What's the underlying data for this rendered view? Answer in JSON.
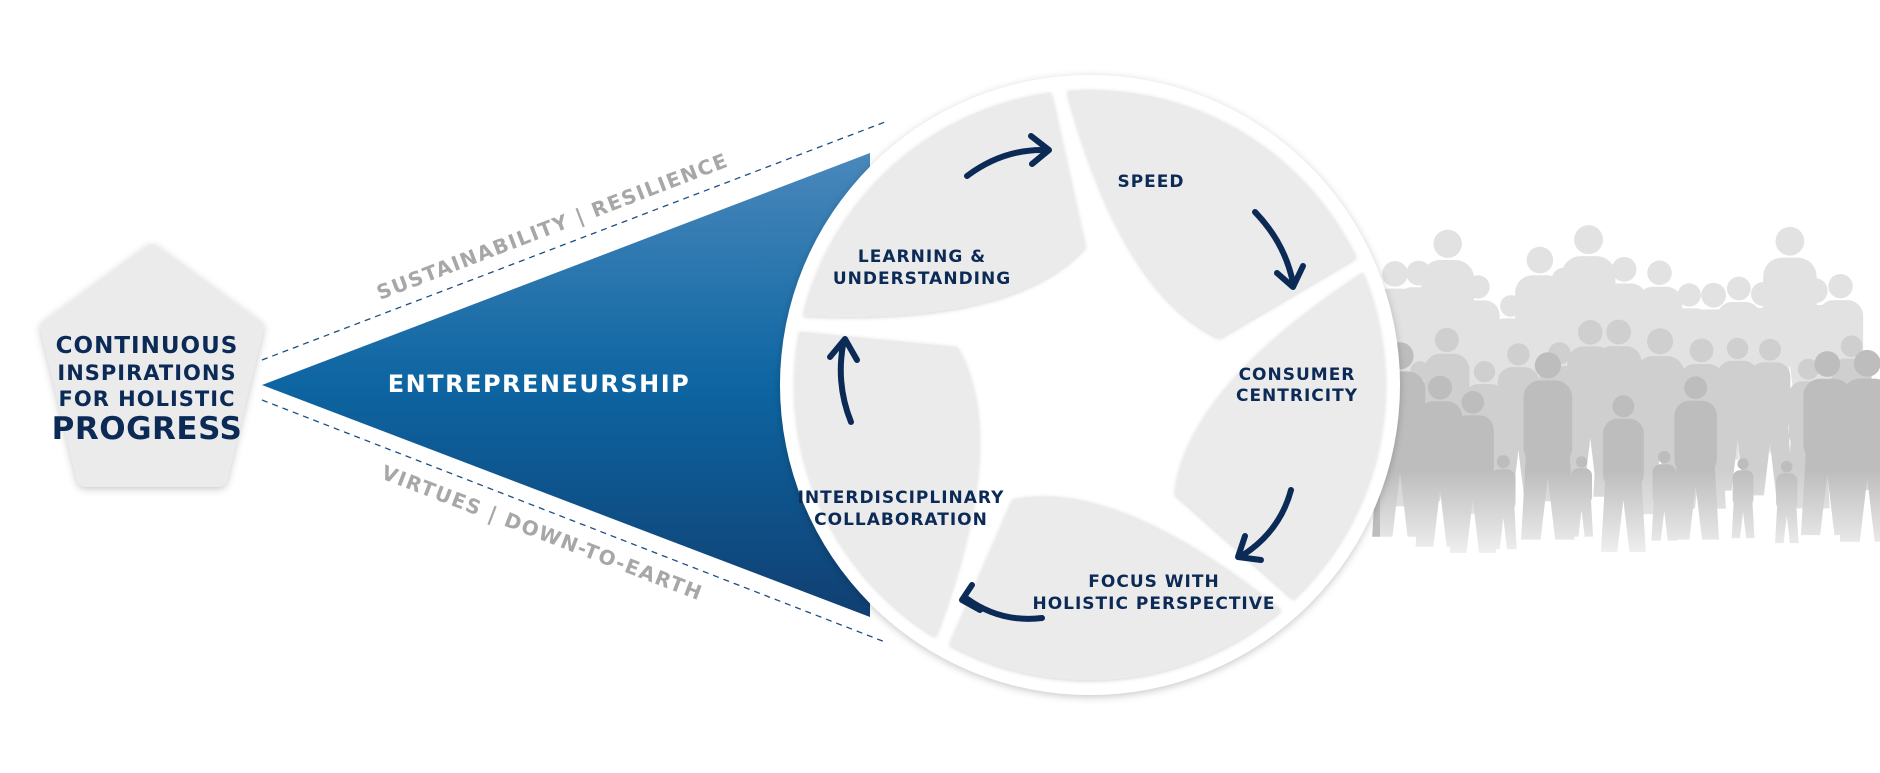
{
  "pentagon": {
    "lines": [
      "CONTINUOUS",
      "INSPIRATIONS",
      "FOR HOLISTIC",
      "PROGRESS"
    ]
  },
  "cone": {
    "label": "ENTREPRENEURSHIP",
    "upper_label": "SUSTAINABILITY | RESILIENCE",
    "lower_label": "VIRTUES | DOWN-TO-EARTH"
  },
  "cycle": {
    "segments": [
      {
        "id": "speed",
        "lines": [
          "SPEED"
        ]
      },
      {
        "id": "consumer",
        "lines": [
          "CONSUMER",
          "CENTRICITY"
        ]
      },
      {
        "id": "focus",
        "lines": [
          "FOCUS WITH",
          "HOLISTIC PERSPECTIVE"
        ]
      },
      {
        "id": "interdisciplinary",
        "lines": [
          "INTERDISCIPLINARY",
          "COLLABORATION"
        ]
      },
      {
        "id": "learning",
        "lines": [
          "LEARNING &",
          "UNDERSTANDING"
        ]
      }
    ]
  },
  "colors": {
    "navy": "#0c2a56",
    "cone_top": "#4a88bb",
    "cone_mid": "#0d65a2",
    "cone_bottom": "#103f72",
    "panel": "#ebebec",
    "label_gray": "#a7a7a7",
    "crowd_gray": "#c4c4c4"
  }
}
